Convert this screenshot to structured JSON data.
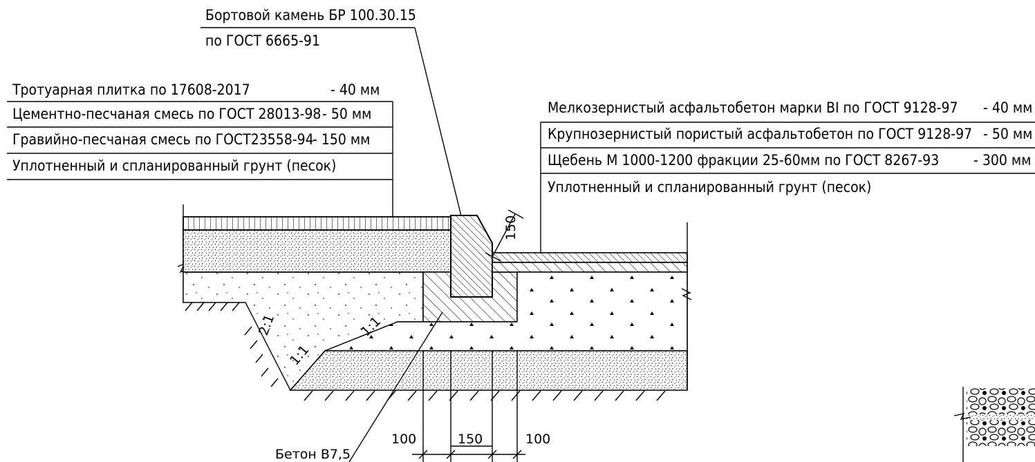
{
  "curb_note": {
    "line1": "Бортовой камень БР 100.30.15",
    "line2": "по ГОСТ 6665-91"
  },
  "sidewalk_layers": [
    {
      "name": "Тротуарная плитка по 17608-2017",
      "thickness": "- 40 мм"
    },
    {
      "name": "Цементно-песчаная смесь по ГОСТ 28013-98",
      "thickness": "- 50 мм"
    },
    {
      "name": "Гравийно-песчаная смесь по ГОСТ23558-94",
      "thickness": "- 150 мм"
    },
    {
      "name": "Уплотненный и спланированный грунт (песок)",
      "thickness": ""
    }
  ],
  "road_layers": [
    {
      "name": "Мелкозернистый асфальтобетон марки BI по ГОСТ 9128-97",
      "thickness": "- 40 мм"
    },
    {
      "name": "Крупнозернистый пористый асфальтобетон по ГОСТ 9128-97",
      "thickness": "- 50 мм"
    },
    {
      "name": "Щебень М 1000-1200 фракции 25-60мм по ГОСТ 8267-93",
      "thickness": "- 300 мм"
    },
    {
      "name": "Уплотненный и спланированный грунт (песок)",
      "thickness": ""
    }
  ],
  "concrete_note": "Бетон В7,5",
  "dimensions": {
    "curb_height": "150",
    "left_offset": "100",
    "curb_width": "150",
    "right_offset": "100"
  },
  "slopes": {
    "slope_a": "2:1",
    "slope_b": "1:1",
    "slope_c": "1:1"
  }
}
